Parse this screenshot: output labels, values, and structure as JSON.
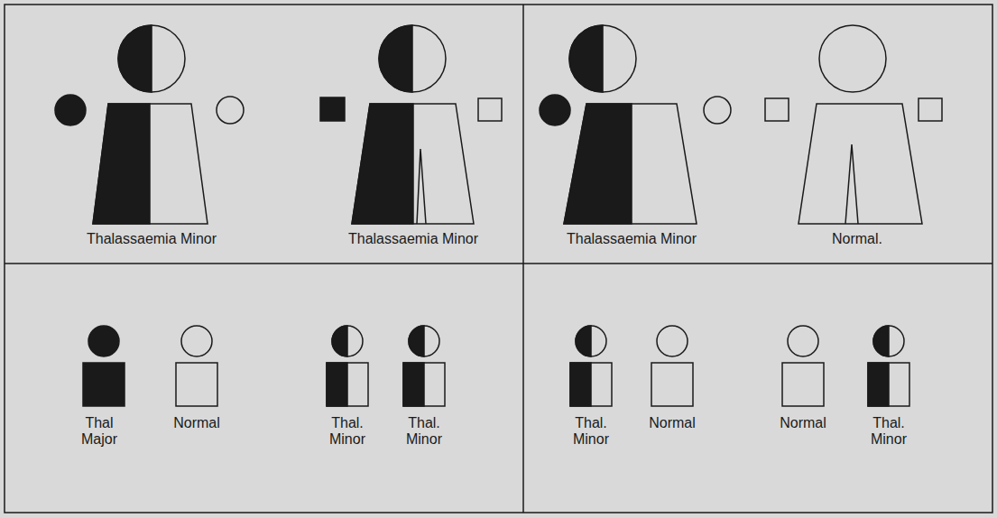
{
  "diagram": {
    "labels": [
      "Thalassaemia Minor",
      "Thalassaemia Minor",
      "Thalassaemia Minor",
      "Normal.",
      "Thal Major",
      "Normal",
      "Thal. Minor",
      "Thal. Minor",
      "Thal. Minor",
      "Normal",
      "Normal",
      "Thal. Minor"
    ]
  }
}
